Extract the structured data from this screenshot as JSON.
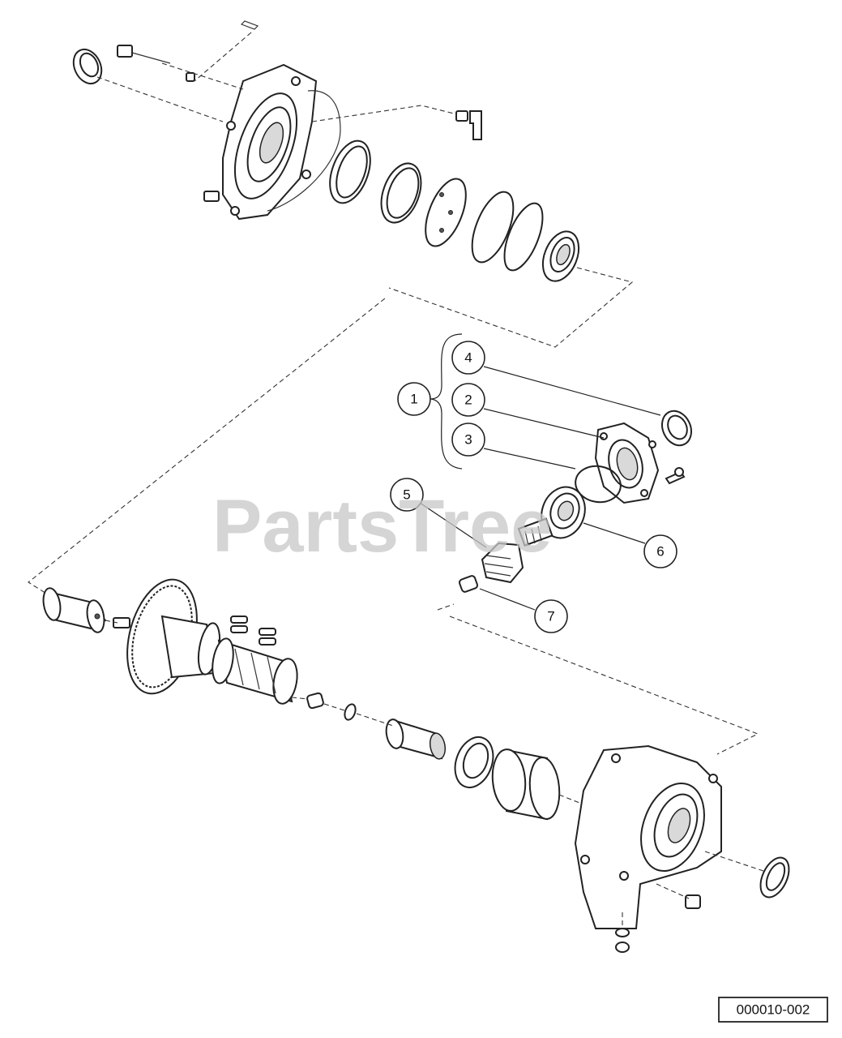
{
  "watermark": "PartsTree",
  "reference_code": "000010-002",
  "callouts": {
    "c1": "1",
    "c2": "2",
    "c3": "3",
    "c4": "4",
    "c5": "5",
    "c6": "6",
    "c7": "7"
  }
}
